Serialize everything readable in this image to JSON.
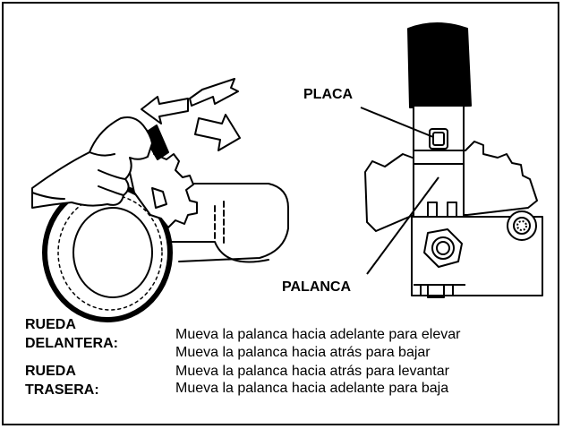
{
  "diagram": {
    "callouts": {
      "plate": "PLACA",
      "lever": "PALANCA"
    },
    "legend": [
      {
        "term_line1": "RUEDA",
        "term_line2": "DELANTERA:",
        "instruction_1": "Mueva la palanca hacia adelante para elevar",
        "instruction_2": "Mueva la palanca hacia atrás para bajar"
      },
      {
        "term_line1": "RUEDA",
        "term_line2": "TRASERA:",
        "instruction_1": "Mueva la palanca hacia atrás para levantar",
        "instruction_2": "Mueva la palanca hacia adelante para baja"
      }
    ]
  }
}
